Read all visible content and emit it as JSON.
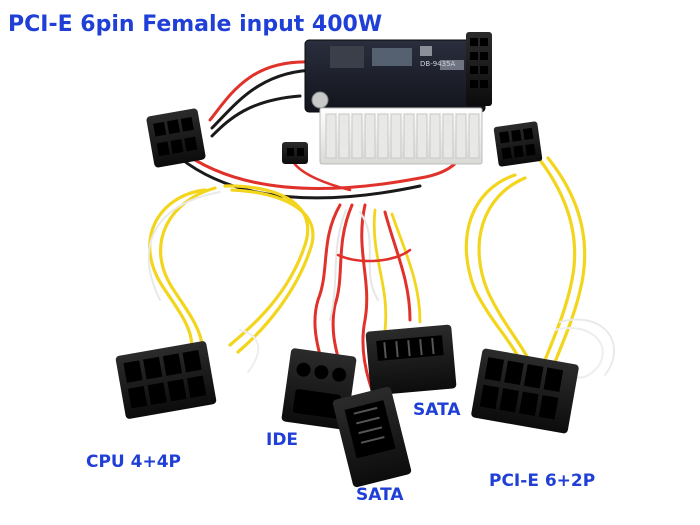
{
  "title": "PCI-E 6pin Female input 400W",
  "pcb_marking": "DB-9435A",
  "labels": {
    "cpu": "CPU 4+4P",
    "ide": "IDE",
    "sata_upper": "SATA",
    "sata_lower": "SATA",
    "pcie": "PCI-E 6+2P"
  },
  "colors": {
    "label_text": "#1f3fd6",
    "wire_yellow": "#f2d51c",
    "wire_red": "#e0322b",
    "wire_black": "#1a1a1a",
    "connector_white": "#f4f4f2",
    "pcb": "#1b1e2a"
  }
}
